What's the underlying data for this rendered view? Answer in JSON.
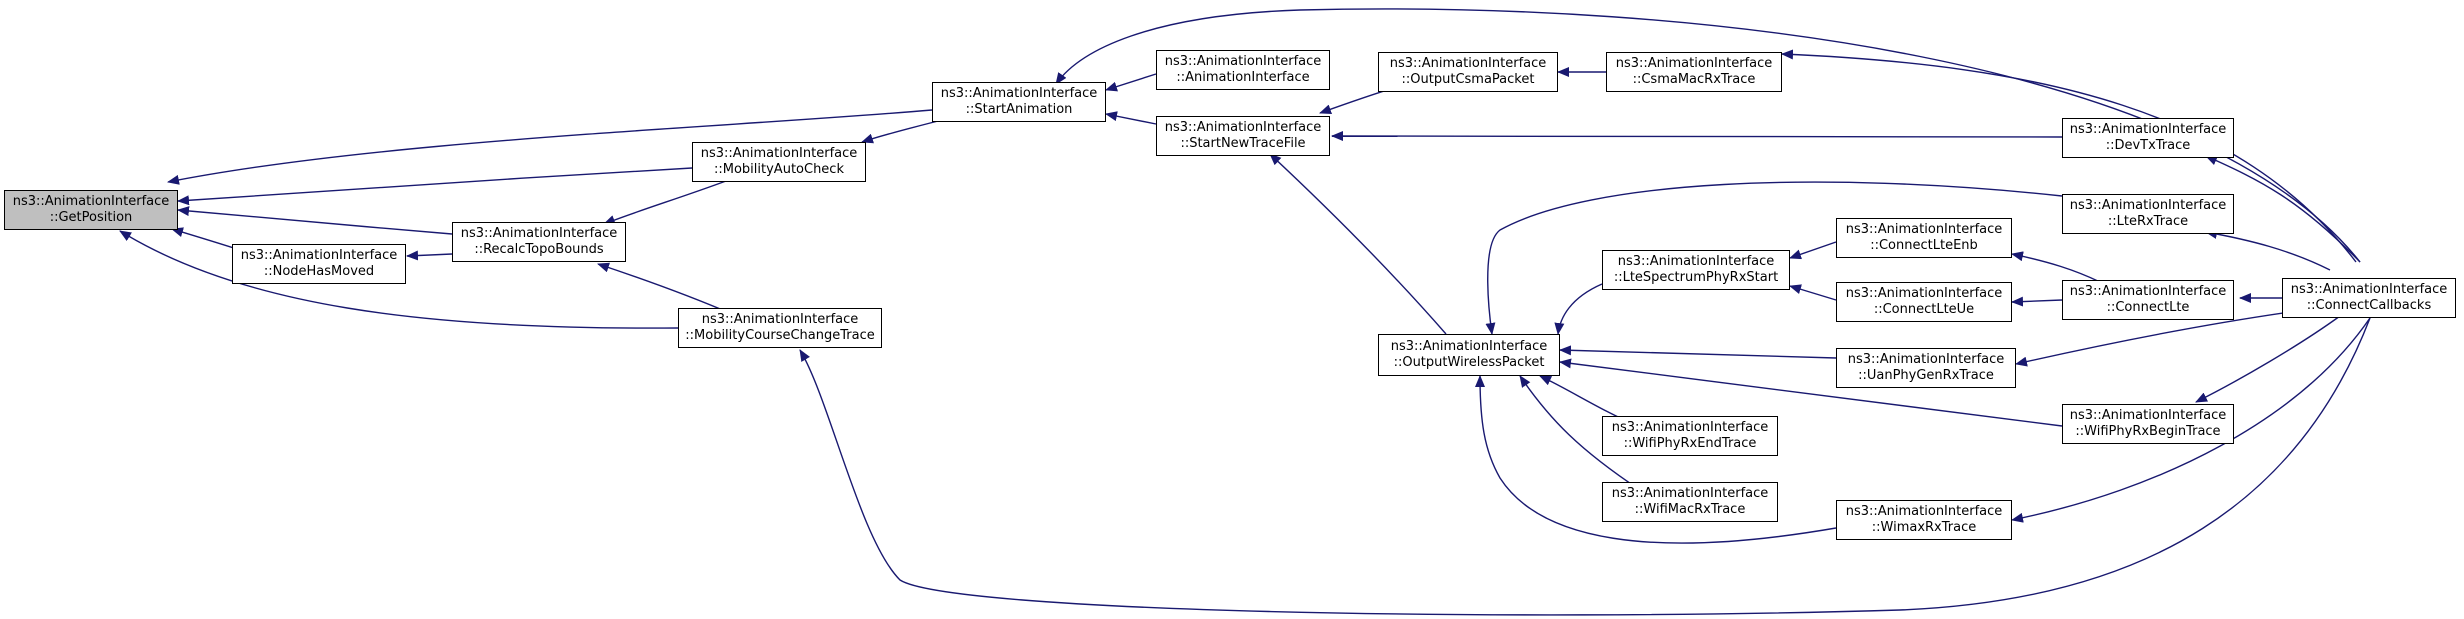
{
  "colors": {
    "edge": "#191970",
    "border": "#000000",
    "focus_fill": "#bfbfbf",
    "node_fill": "#ffffff"
  },
  "nodes": {
    "get_position": {
      "line1": "ns3::AnimationInterface",
      "line2": "::GetPosition"
    },
    "node_has_moved": {
      "line1": "ns3::AnimationInterface",
      "line2": "::NodeHasMoved"
    },
    "recalc_topo_bounds": {
      "line1": "ns3::AnimationInterface",
      "line2": "::RecalcTopoBounds"
    },
    "mobility_auto_check": {
      "line1": "ns3::AnimationInterface",
      "line2": "::MobilityAutoCheck"
    },
    "mobility_course_change_trace": {
      "line1": "ns3::AnimationInterface",
      "line2": "::MobilityCourseChangeTrace"
    },
    "start_animation": {
      "line1": "ns3::AnimationInterface",
      "line2": "::StartAnimation"
    },
    "animation_interface": {
      "line1": "ns3::AnimationInterface",
      "line2": "::AnimationInterface"
    },
    "start_new_trace_file": {
      "line1": "ns3::AnimationInterface",
      "line2": "::StartNewTraceFile"
    },
    "output_csma_packet": {
      "line1": "ns3::AnimationInterface",
      "line2": "::OutputCsmaPacket"
    },
    "csma_mac_rx_trace": {
      "line1": "ns3::AnimationInterface",
      "line2": "::CsmaMacRxTrace"
    },
    "output_wireless_packet": {
      "line1": "ns3::AnimationInterface",
      "line2": "::OutputWirelessPacket"
    },
    "lte_spectrum_phy_rx_start": {
      "line1": "ns3::AnimationInterface",
      "line2": "::LteSpectrumPhyRxStart"
    },
    "wifi_phy_rx_end_trace": {
      "line1": "ns3::AnimationInterface",
      "line2": "::WifiPhyRxEndTrace"
    },
    "wifi_mac_rx_trace": {
      "line1": "ns3::AnimationInterface",
      "line2": "::WifiMacRxTrace"
    },
    "connect_lte_enb": {
      "line1": "ns3::AnimationInterface",
      "line2": "::ConnectLteEnb"
    },
    "connect_lte_ue": {
      "line1": "ns3::AnimationInterface",
      "line2": "::ConnectLteUe"
    },
    "uan_phy_gen_rx_trace": {
      "line1": "ns3::AnimationInterface",
      "line2": "::UanPhyGenRxTrace"
    },
    "wimax_rx_trace": {
      "line1": "ns3::AnimationInterface",
      "line2": "::WimaxRxTrace"
    },
    "dev_tx_trace": {
      "line1": "ns3::AnimationInterface",
      "line2": "::DevTxTrace"
    },
    "lte_rx_trace": {
      "line1": "ns3::AnimationInterface",
      "line2": "::LteRxTrace"
    },
    "connect_lte": {
      "line1": "ns3::AnimationInterface",
      "line2": "::ConnectLte"
    },
    "wifi_phy_rx_begin_trace": {
      "line1": "ns3::AnimationInterface",
      "line2": "::WifiPhyRxBeginTrace"
    },
    "connect_callbacks": {
      "line1": "ns3::AnimationInterface",
      "line2": "::ConnectCallbacks"
    }
  }
}
